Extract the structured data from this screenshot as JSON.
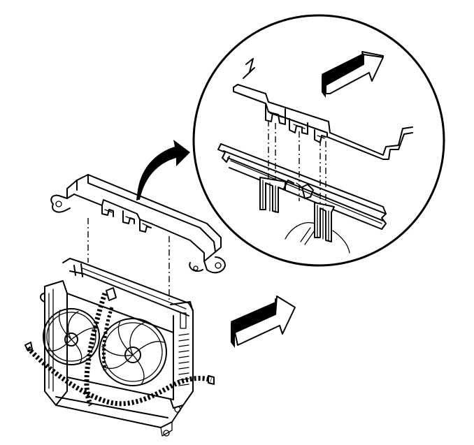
{
  "diagram": {
    "components": [
      {
        "name": "radiator-air-baffle",
        "icon": "baffle-shape"
      },
      {
        "name": "cooling-fan-left",
        "icon": "fan-icon"
      },
      {
        "name": "cooling-fan-right",
        "icon": "fan-icon"
      },
      {
        "name": "radiator-assembly",
        "icon": "radiator-shape"
      },
      {
        "name": "wiring-harness",
        "icon": "harness-shape"
      },
      {
        "name": "detail-magnifier",
        "icon": "circle-inset"
      }
    ],
    "arrows": [
      {
        "name": "direction-arrow-detail",
        "icon": "block-arrow-icon"
      },
      {
        "name": "direction-arrow-main",
        "icon": "block-arrow-icon"
      },
      {
        "name": "callout-arrow",
        "icon": "curved-arrow-icon"
      }
    ],
    "colors": {
      "line": "#000000",
      "background": "#ffffff"
    }
  }
}
